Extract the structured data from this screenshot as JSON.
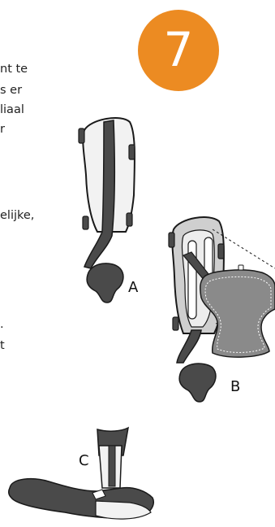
{
  "step": {
    "number": "7"
  },
  "text_fragments": [
    "nt te",
    "s er",
    "liaal",
    "r",
    "elijke,",
    ".",
    "t"
  ],
  "figure_labels": {
    "a": "A",
    "b": "B",
    "c": "C"
  },
  "colors": {
    "badge": "#ec8b22",
    "strap_dark": "#4a4a4a",
    "pad_light": "#d9d9d9",
    "outline": "#1a1a1a"
  }
}
